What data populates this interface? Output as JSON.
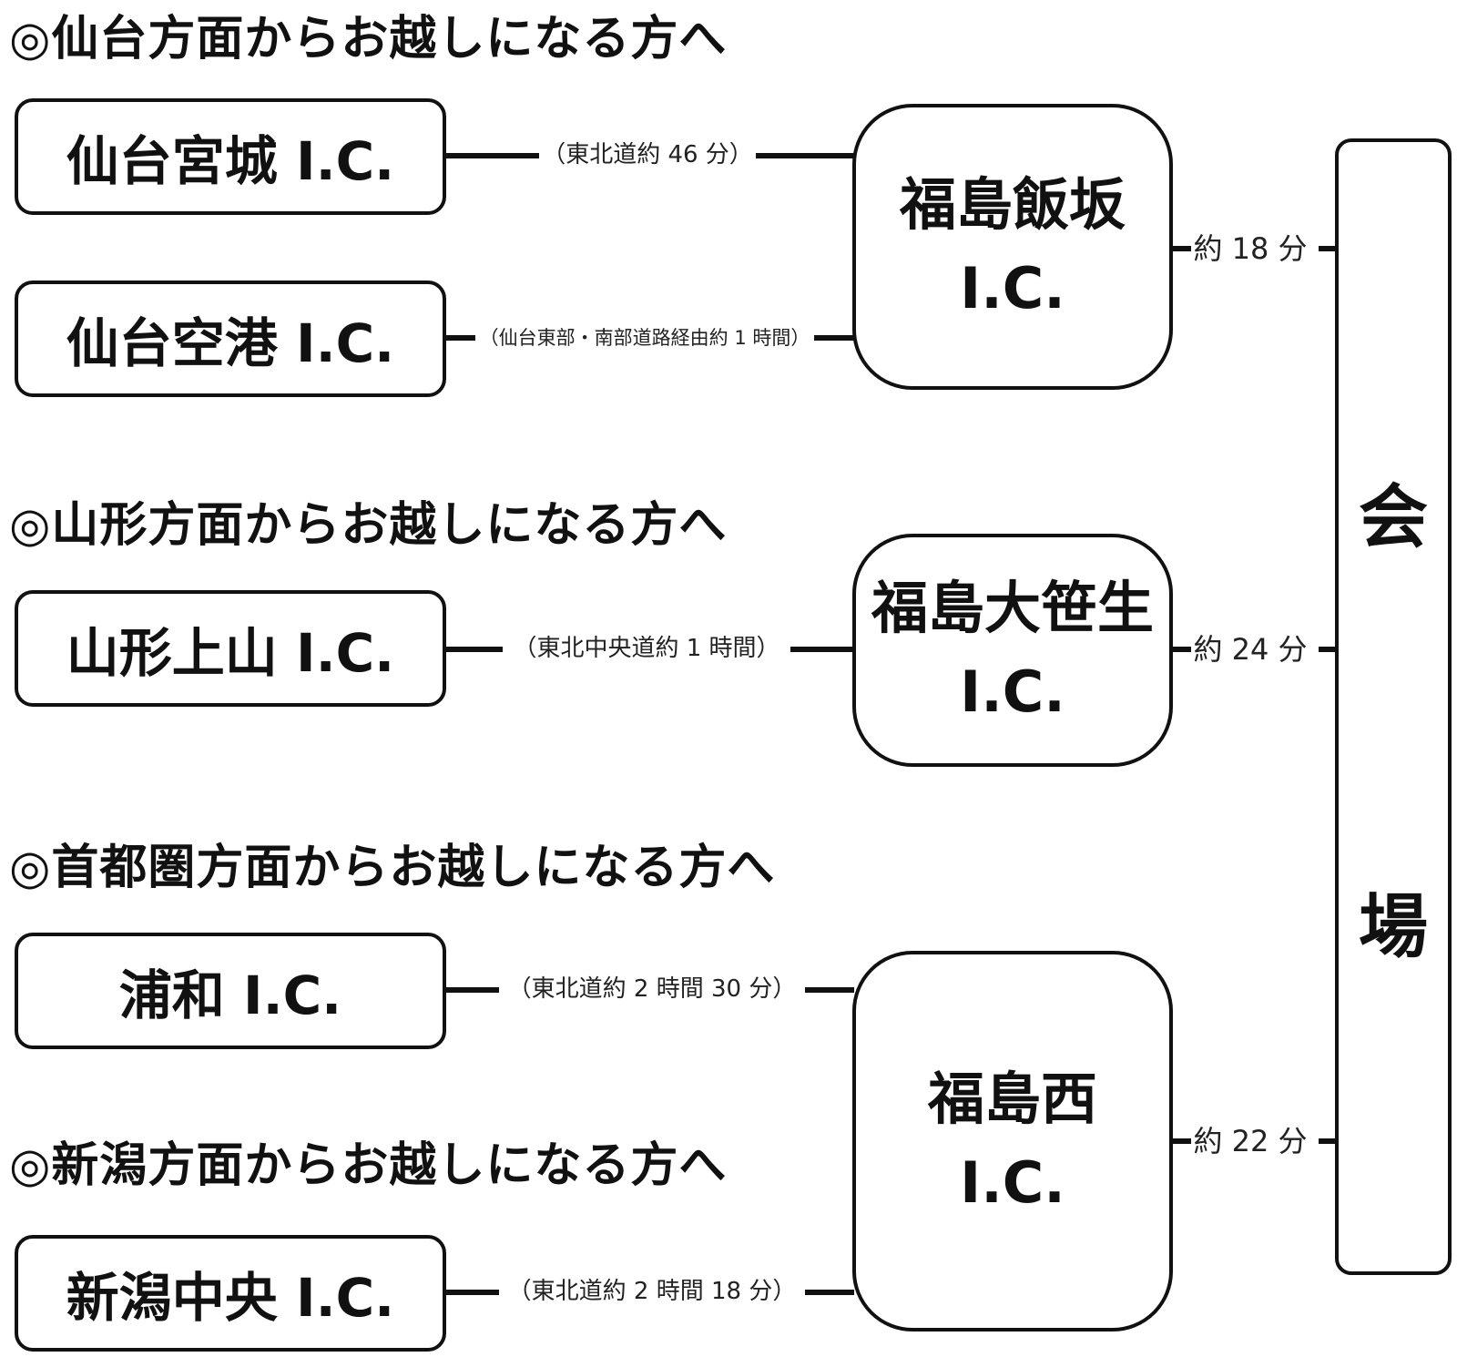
{
  "sections": {
    "sendai": "◎仙台方面からお越しになる方へ",
    "yamagata": "◎山形方面からお越しになる方へ",
    "shutoken": "◎首都圏方面からお越しになる方へ",
    "niigata": "◎新潟方面からお越しになる方へ"
  },
  "origins": {
    "sendai_miyagi": "仙台宮城 I.C.",
    "sendai_airport": "仙台空港 I.C.",
    "yamagata_kaminoyama": "山形上山 I.C.",
    "urawa": "浦和 I.C.",
    "niigata_chuo": "新潟中央 I.C."
  },
  "routes": {
    "sendai_miyagi": "（東北道約 46 分）",
    "sendai_airport": "（仙台東部・南部道路経由約 1 時間）",
    "yamagata_kaminoyama": "（東北中央道約 1 時間）",
    "urawa": "（東北道約 2 時間 30 分）",
    "niigata_chuo": "（東北道約 2 時間 18 分）"
  },
  "interchanges": {
    "iizaka": {
      "line1": "福島飯坂",
      "line2": "I.C."
    },
    "osasou": {
      "line1": "福島大笹生",
      "line2": "I.C."
    },
    "nishi": {
      "line1": "福島西",
      "line2": "I.C."
    }
  },
  "times": {
    "iizaka": "約 18 分",
    "osasou": "約 24 分",
    "nishi": "約 22 分"
  },
  "venue": {
    "char1": "会",
    "char2": "場"
  }
}
